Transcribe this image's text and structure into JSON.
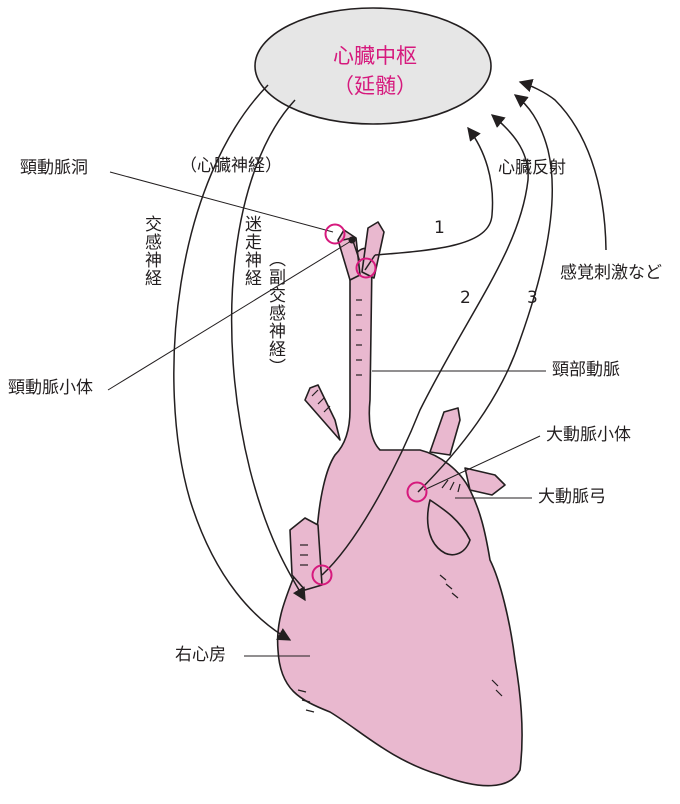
{
  "center": {
    "title": "心臓中枢",
    "subtitle": "（延髄）"
  },
  "labels": {
    "carotid_sinus": "頸動脈洞",
    "cardiac_nerve": "（心臓神経）",
    "cardiac_reflex": "心臓反射",
    "sympathetic_nerve": "交感神経",
    "vagus_nerve": "迷走神経",
    "parasympathetic": "（副交感神経）",
    "sensory_stimuli": "感覚刺激など",
    "carotid_body": "頸動脈小体",
    "carotid_artery": "頸部動脈",
    "aortic_body": "大動脈小体",
    "aortic_arch": "大動脈弓",
    "right_atrium": "右心房"
  },
  "pathway_numbers": [
    "1",
    "2",
    "3"
  ],
  "colors": {
    "heart_fill": "#e9b8cf",
    "center_fill": "#e6e6e6",
    "accent": "#d6197d",
    "line": "#231f20"
  }
}
